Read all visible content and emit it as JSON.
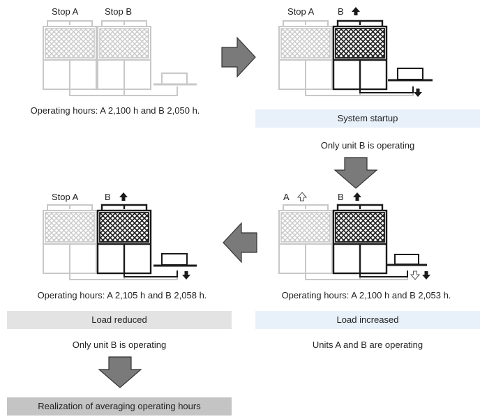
{
  "panels": {
    "p1": {
      "label_a": "Stop A",
      "label_b": "Stop B",
      "hours": "Operating hours: A 2,100 h and B 2,050 h."
    },
    "p2": {
      "label_a": "Stop A",
      "label_b": "B",
      "band": "System startup",
      "status": "Only unit B is operating"
    },
    "p3": {
      "label_a": "A",
      "label_b": "B",
      "hours": "Operating hours: A 2,100 h and B 2,053 h.",
      "band": "Load increased",
      "status": "Units A and B are operating"
    },
    "p4": {
      "label_a": "Stop A",
      "label_b": "B",
      "hours": "Operating hours: A 2,105 h and B 2,058 h.",
      "band": "Load reduced",
      "status": "Only unit B is operating"
    }
  },
  "result": {
    "label": "Realization of averaging operating hours"
  },
  "colors": {
    "inactive": "#c8c8c8",
    "active": "#1a1a1a",
    "flow_arrow": "#7a7a7a",
    "band_blue": "#e8f0fa",
    "band_grey": "#e3e3e3",
    "band_dark": "#c4c4c4"
  },
  "icons": [
    "up-arrow-icon",
    "down-arrow-icon",
    "flow-arrow-icon"
  ]
}
